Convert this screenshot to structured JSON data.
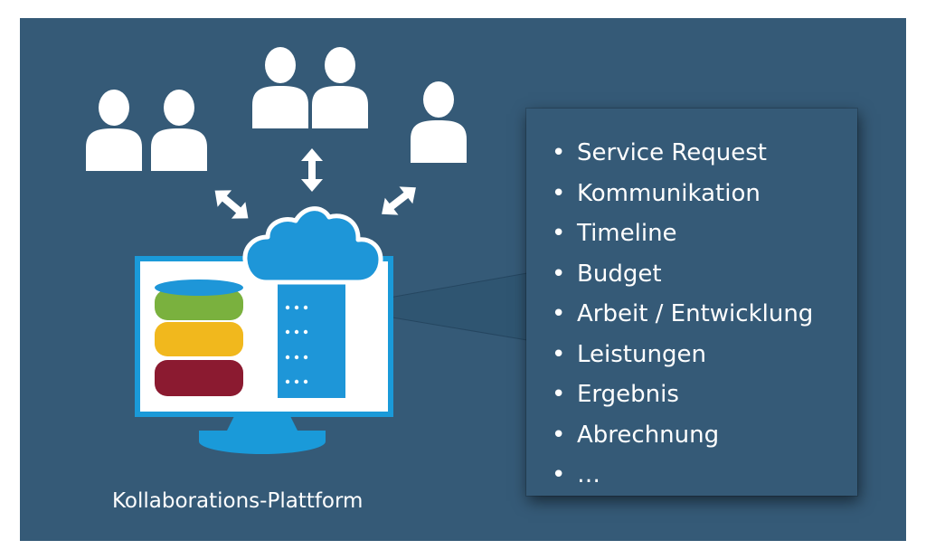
{
  "platform_label": "Kollaborations-Plattform",
  "features": [
    "Service Request",
    "Kommunikation",
    "Timeline",
    "Budget",
    "Arbeit / Entwicklung",
    "Leistungen",
    "Ergebnis",
    "Abrechnung",
    "…"
  ],
  "colors": {
    "background": "#355a77",
    "accent_blue": "#1e96d8",
    "monitor_blue": "#1a9ad9",
    "db_green": "#7ab13e",
    "db_yellow": "#f1b81d",
    "db_maroon": "#8b1a30"
  },
  "icons": [
    "person-icon",
    "database-icon",
    "server-icon",
    "cloud-icon",
    "monitor-icon",
    "bidirectional-arrow-icon"
  ]
}
